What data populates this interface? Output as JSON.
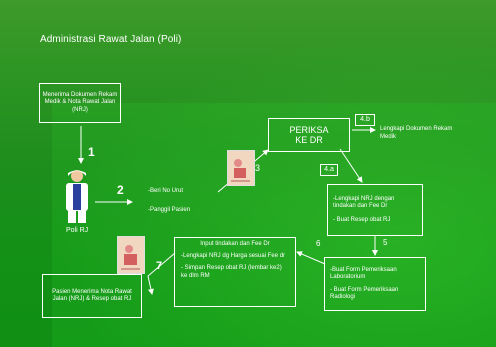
{
  "title": "Administrasi Rawat Jalan (Poli)",
  "boxes": {
    "box1": "Menerima Dokumen Rekam Medik & Nota Rawat Jalan (NRJ)",
    "periksa": "PERIKSA KE DR",
    "lengkapi": "Lengkapi Dokumen Rekam Medik",
    "nrj": "-Lengkapi NRJ dengan tindakan dan  Fee Dr",
    "resep": "- Buat Resep obat RJ",
    "input_title": "Input tindakan dan Fee Dr",
    "input_b1": "-Lengkapi NRJ dg Harga sesuai Fee dr",
    "input_b2": "- Simpan Resep obat RJ (lembar ke2) ke dlm RM",
    "form1": "-Buat Form Pemeriksaan Laboratorium",
    "form2": "- Buat Form Pemeriksaan Radiologi",
    "pasien": "Pasien Menerima Nota Rawat Jalan (NRJ)  & Resep obat RJ"
  },
  "labels": {
    "poli": "Poli RJ",
    "beri": "-Beri No Urut",
    "panggil": "-Panggil Pasien"
  },
  "numbers": {
    "n1": "1",
    "n2": "2",
    "n3": "3",
    "n4a": "4.a",
    "n4b": "4.b",
    "n5": "5",
    "n6": "6",
    "n7": "7"
  },
  "colors": {
    "background": "#1f8e1d",
    "line": "#ffffff"
  },
  "icons": [
    "doctor-figure",
    "document-thumbnail",
    "document-thumbnail",
    "document-thumbnail"
  ]
}
